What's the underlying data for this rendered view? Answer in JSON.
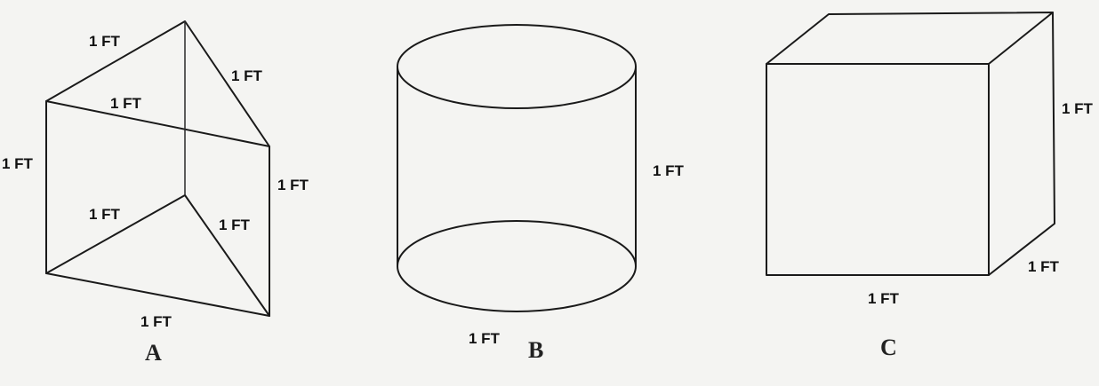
{
  "figures": {
    "prism": {
      "letter": "A",
      "dims": {
        "top_left": "1 FT",
        "top_right": "1 FT",
        "top_front": "1 FT",
        "left_height": "1 FT",
        "right_height": "1 FT",
        "bottom_back_left": "1 FT",
        "bottom_back_right": "1 FT",
        "bottom_front": "1 FT"
      }
    },
    "cylinder": {
      "letter": "B",
      "dims": {
        "height": "1 FT",
        "bottom": "1 FT"
      }
    },
    "cube": {
      "letter": "C",
      "dims": {
        "height": "1 FT",
        "depth": "1 FT",
        "width": "1 FT"
      }
    }
  },
  "colors": {
    "line": "#1a1a1a",
    "background": "#f4f4f2",
    "text": "#111111"
  }
}
